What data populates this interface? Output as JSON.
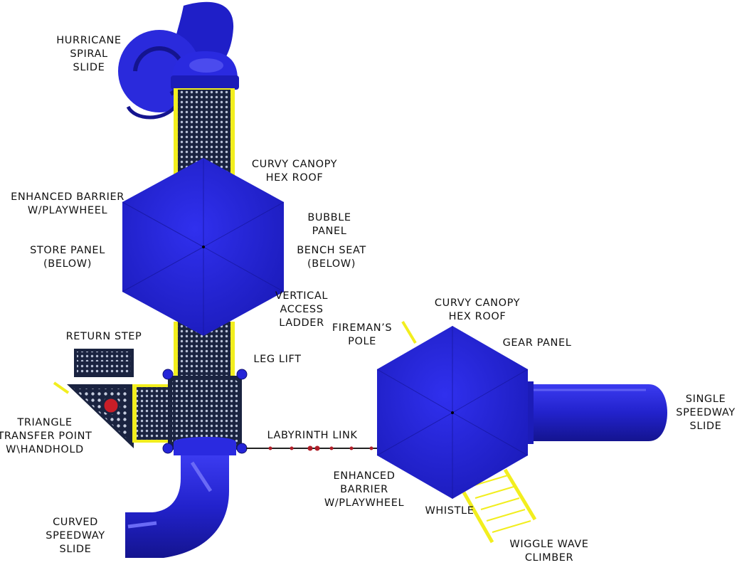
{
  "colors": {
    "plastic_blue": "#2626d6",
    "plastic_blue_dark": "#14148f",
    "deck_navy": "#1a2340",
    "rail_yellow": "#f2ee1e",
    "label_text": "#111111"
  },
  "labels": {
    "hurricane_spiral_slide": [
      "HURRICANE",
      "SPIRAL",
      "SLIDE"
    ],
    "curvy_canopy_left": [
      "CURVY CANOPY",
      "HEX ROOF"
    ],
    "enhanced_barrier_left": [
      "ENHANCED BARRIER",
      "W/PLAYWHEEL"
    ],
    "bubble_panel": [
      "BUBBLE",
      "PANEL"
    ],
    "store_panel": [
      "STORE PANEL",
      "(BELOW)"
    ],
    "bench_seat": [
      "BENCH SEAT",
      "(BELOW)"
    ],
    "vertical_access_ladder": [
      "VERTICAL",
      "ACCESS",
      "LADDER"
    ],
    "return_step": [
      "RETURN STEP"
    ],
    "leg_lift": [
      "LEG LIFT"
    ],
    "curvy_canopy_right": [
      "CURVY CANOPY",
      "HEX ROOF"
    ],
    "firemans_pole": [
      "FIREMAN’S",
      "POLE"
    ],
    "gear_panel": [
      "GEAR PANEL"
    ],
    "triangle_transfer_point": [
      "TRIANGLE",
      "TRANSFER POINT",
      "W\\HANDHOLD"
    ],
    "labyrinth_link": [
      "LABYRINTH LINK"
    ],
    "single_speedway_slide": [
      "SINGLE",
      "SPEEDWAY",
      "SLIDE"
    ],
    "enhanced_barrier_right": [
      "ENHANCED",
      "BARRIER",
      "W/PLAYWHEEL"
    ],
    "whistle": [
      "WHISTLE"
    ],
    "curved_speedway_slide": [
      "CURVED",
      "SPEEDWAY",
      "SLIDE"
    ],
    "wiggle_wave_climber": [
      "WIGGLE WAVE",
      "CLIMBER"
    ]
  }
}
